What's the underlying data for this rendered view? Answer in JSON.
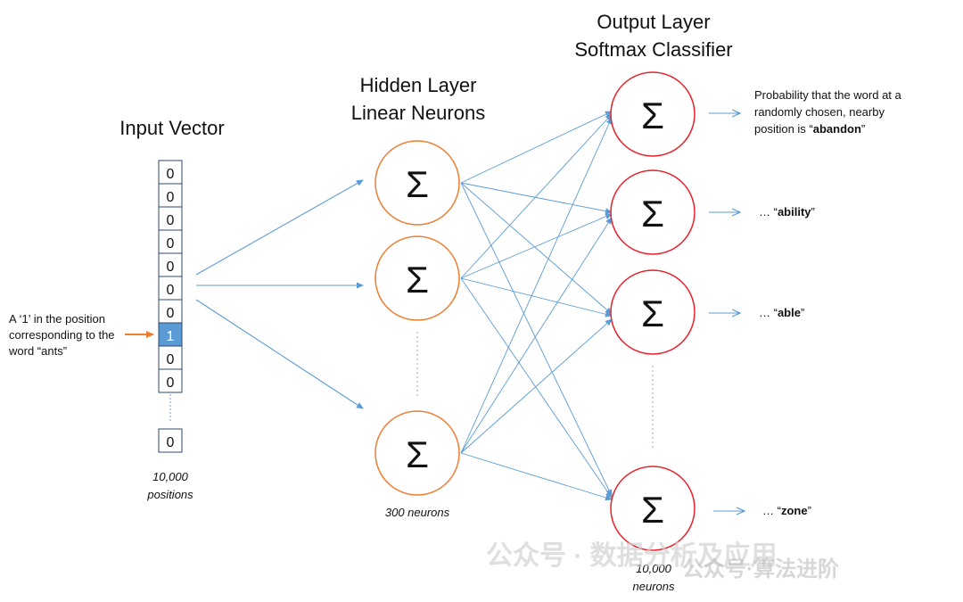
{
  "input": {
    "title_line1": "Input Vector",
    "cells": [
      "0",
      "0",
      "0",
      "0",
      "0",
      "0",
      "0",
      "1",
      "0",
      "0"
    ],
    "last_cell": "0",
    "count_line1": "10,000",
    "count_line2": "positions",
    "annotation_lines": [
      "A ‘1’ in the position",
      "corresponding to the",
      "word “ants”"
    ],
    "highlight_color": "#5b9bd5"
  },
  "hidden": {
    "title_line1": "Hidden Layer",
    "title_line2": "Linear Neurons",
    "symbol": "Σ",
    "count_label": "300 neurons",
    "circle_color": "#ed7d31"
  },
  "output": {
    "title_line1": "Output Layer",
    "title_line2": "Softmax Classifier",
    "symbol": "Σ",
    "count_line1": "10,000",
    "count_line2": "neurons",
    "circle_color": "#e8202a",
    "desc_lines": [
      "Probability that the word at a",
      "randomly chosen, nearby"
    ],
    "desc_line3_prefix": "position is “",
    "desc_word0": "abandon",
    "desc_line3_suffix": "”",
    "labels": [
      {
        "prefix": "… “",
        "word": "ability",
        "suffix": "”"
      },
      {
        "prefix": "… “",
        "word": "able",
        "suffix": "”"
      },
      {
        "prefix": "… “",
        "word": "zone",
        "suffix": "”"
      }
    ]
  },
  "colors": {
    "connection": "#5b9bd5",
    "annotation_arrow": "#ed7d31",
    "cell_border": "#2e4a6d"
  },
  "watermark": {
    "text1": "公众号 · 数据分析及应用",
    "text2": "公众号·算法进阶"
  }
}
